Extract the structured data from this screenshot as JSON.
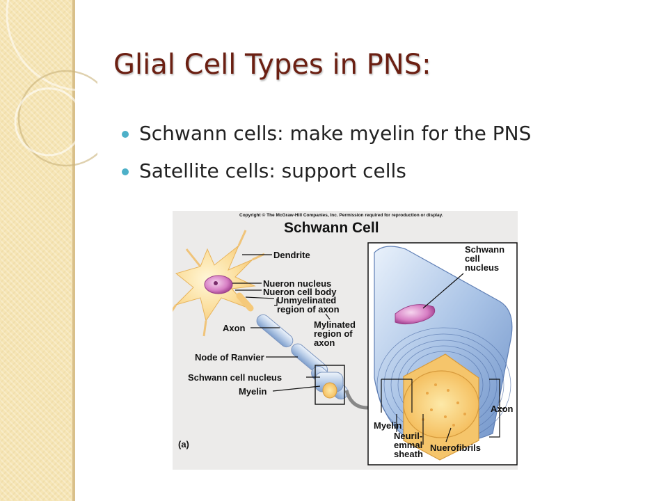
{
  "slide": {
    "title": "Glial Cell Types in PNS:",
    "bullets": [
      "Schwann cells: make myelin for the PNS",
      "Satellite cells: support cells"
    ]
  },
  "figure": {
    "copyright": "Copyright © The McGraw-Hill Companies, Inc. Permission required for reproduction or display.",
    "title": "Schwann Cell",
    "part_label": "(a)",
    "left_labels": {
      "dendrite": "Dendrite",
      "neuron_nucleus": "Nueron nucleus",
      "neuron_cell_body": "Nueron cell body",
      "unmyelinated_1": "Unmyelinated",
      "unmyelinated_2": "region of axon",
      "axon": "Axon",
      "myelinated_1": "Mylinated",
      "myelinated_2": "region of",
      "myelinated_3": "axon",
      "node_of_ranvier": "Node of Ranvier",
      "schwann_cell_nucleus": "Schwann cell nucleus",
      "myelin": "Myelin"
    },
    "inset_labels": {
      "schwann_1": "Schwann",
      "schwann_2": "cell",
      "schwann_3": "nucleus",
      "axon": "Axon",
      "myelin": "Myelin",
      "neurilemmal_1": "Neuril-",
      "neurilemmal_2": "emmal",
      "neurilemmal_3": "sheath",
      "neurofibrils": "Nuerofibrils"
    }
  },
  "colors": {
    "title": "#6b1f12",
    "bullet": "#4db0c8",
    "side_panel": "#f6e5b5"
  }
}
